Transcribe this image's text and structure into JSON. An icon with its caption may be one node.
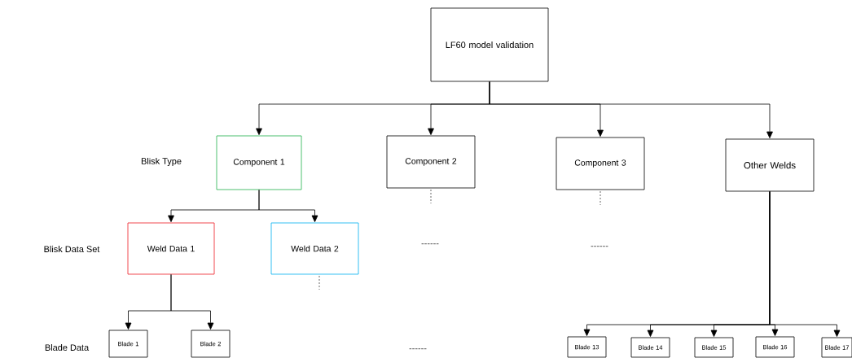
{
  "diagram": {
    "nodes": [
      {
        "text": [
          "LF60 model validation"
        ]
      },
      {
        "text": [
          "Component 1"
        ]
      },
      {
        "text": [
          "Component 2"
        ]
      },
      {
        "text": [
          "Component 3"
        ]
      },
      {
        "text": [
          "Other Welds"
        ]
      },
      {
        "text": [
          "Weld Data 1"
        ]
      },
      {
        "text": [
          "Weld Data 2"
        ]
      },
      {
        "text": [
          "Blade 1"
        ]
      },
      {
        "text": [
          "Blade 2"
        ]
      },
      {
        "text": [
          "Blade 13"
        ]
      },
      {
        "text": [
          "Blade 14"
        ]
      },
      {
        "text": [
          "Blade 15"
        ]
      },
      {
        "text": [
          "Blade 16"
        ]
      },
      {
        "text": [
          "Blade 17"
        ]
      }
    ],
    "edges": [
      {
        "from": 0,
        "to": 1,
        "arrow": "to"
      },
      {
        "from": 0,
        "to": 2,
        "arrow": "to"
      },
      {
        "from": 0,
        "to": 3,
        "arrow": "to"
      },
      {
        "from": 0,
        "to": 4,
        "arrow": "to"
      },
      {
        "from": 1,
        "to": 5,
        "arrow": "to"
      },
      {
        "from": 1,
        "to": 6,
        "arrow": "to"
      },
      {
        "from": 5,
        "to": 7,
        "arrow": "to"
      },
      {
        "from": 5,
        "to": 8,
        "arrow": "to"
      },
      {
        "from": 4,
        "to": 9,
        "arrow": "to"
      },
      {
        "from": 4,
        "to": 10,
        "arrow": "to"
      },
      {
        "from": 4,
        "to": 11,
        "arrow": "to"
      },
      {
        "from": 4,
        "to": 12,
        "arrow": "to"
      },
      {
        "from": 4,
        "to": 13,
        "arrow": "to"
      }
    ],
    "labels": [
      "Blisk Type",
      "Blisk Data Set",
      "------",
      "------",
      "Blade Data",
      "------"
    ]
  }
}
